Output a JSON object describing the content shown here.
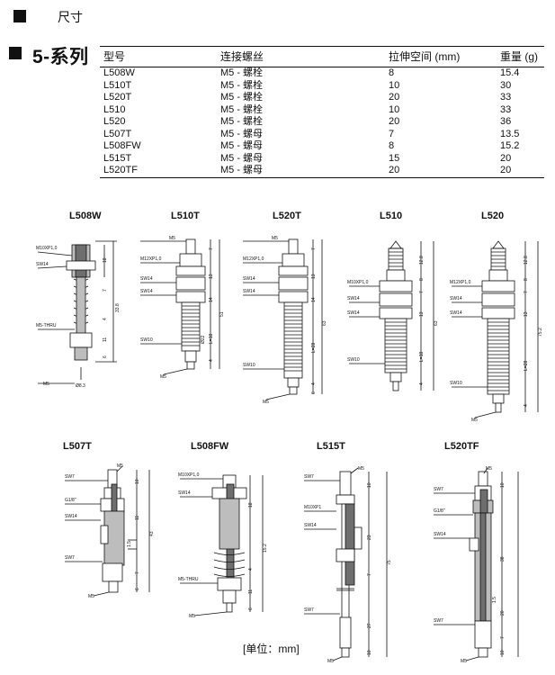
{
  "header": {
    "title": "尺寸"
  },
  "section": {
    "title": "5-系列"
  },
  "table": {
    "headers": [
      "型号",
      "连接螺丝",
      "拉伸空间 (mm)",
      "重量 (g)"
    ],
    "rows": [
      [
        "L508W",
        "M5 - 螺栓",
        "8",
        "15.4"
      ],
      [
        "L510T",
        "M5 - 螺栓",
        "10",
        "30"
      ],
      [
        "L520T",
        "M5 - 螺栓",
        "20",
        "33"
      ],
      [
        "L510",
        "M5 - 螺栓",
        "10",
        "33"
      ],
      [
        "L520",
        "M5 - 螺栓",
        "20",
        "36"
      ],
      [
        "L507T",
        "M5 - 螺母",
        "7",
        "13.5"
      ],
      [
        "L508FW",
        "M5 - 螺母",
        "8",
        "15.2"
      ],
      [
        "L515T",
        "M5 - 螺母",
        "15",
        "20"
      ],
      [
        "L520TF",
        "M5 - 螺母",
        "20",
        "20"
      ]
    ]
  },
  "drawings": {
    "L508W": {
      "label": "L508W",
      "callouts": [
        "M10XP1,0",
        "SW14",
        "M5-THRU",
        "M5"
      ],
      "dims": [
        "18",
        "7",
        "4",
        "11",
        "33.8",
        "6",
        "Ø8.3"
      ]
    },
    "L510T": {
      "label": "L510T",
      "callouts": [
        "M5",
        "M12XP1,0",
        "SW14",
        "SW14",
        "SW10",
        "M5"
      ],
      "dims": [
        "7",
        "13",
        "14",
        "4",
        "51",
        "Ø22",
        "L=18"
      ]
    },
    "L520T": {
      "label": "L520T",
      "callouts": [
        "M5",
        "M12XP1,0",
        "SW14",
        "SW14",
        "SW10",
        "M5"
      ],
      "dims": [
        "7",
        "13",
        "14",
        "4",
        "63",
        "L=28",
        "6"
      ]
    },
    "L510": {
      "label": "L510",
      "callouts": [
        "M10XP1,0",
        "SW14",
        "SW14",
        "SW10"
      ],
      "dims": [
        "12.8",
        "8",
        "7",
        "13",
        "63",
        "L=18",
        "4"
      ]
    },
    "L520": {
      "label": "L520",
      "callouts": [
        "M12XP1,0",
        "SW14",
        "SW14",
        "SW10",
        "M5"
      ],
      "dims": [
        "12.8",
        "8",
        "7",
        "13",
        "75.2",
        "L=28",
        "4"
      ]
    },
    "L507T": {
      "label": "L507T",
      "callouts": [
        "SW7",
        "M5",
        "G1/8\"",
        "SW14",
        "SW7",
        "M5"
      ],
      "dims": [
        "10",
        "11",
        "1.5",
        "43",
        "7",
        "6"
      ]
    },
    "L508FW": {
      "label": "L508FW",
      "callouts": [
        "M10XP1,0",
        "SW14",
        "M5-THRU",
        "M5"
      ],
      "dims": [
        "18",
        "4",
        "11",
        "15.2",
        "6"
      ]
    },
    "L515T": {
      "label": "L515T",
      "callouts": [
        "SW7",
        "M5",
        "M10XP1",
        "SW14",
        "SW7",
        "M5"
      ],
      "dims": [
        "10",
        "23",
        "75",
        "27",
        "7",
        "10"
      ]
    },
    "L520TF": {
      "label": "L520TF",
      "callouts": [
        "M5",
        "SW7",
        "G1/8\"",
        "SW14",
        "SW7",
        "M5"
      ],
      "dims": [
        "10",
        "38",
        "1.5",
        "20",
        "7",
        "10"
      ]
    }
  },
  "unit_note": "[单位：mm]",
  "colors": {
    "ink": "#111111",
    "bolt_fill": "#bdbdbd",
    "section_fill": "#6e6e6e"
  }
}
